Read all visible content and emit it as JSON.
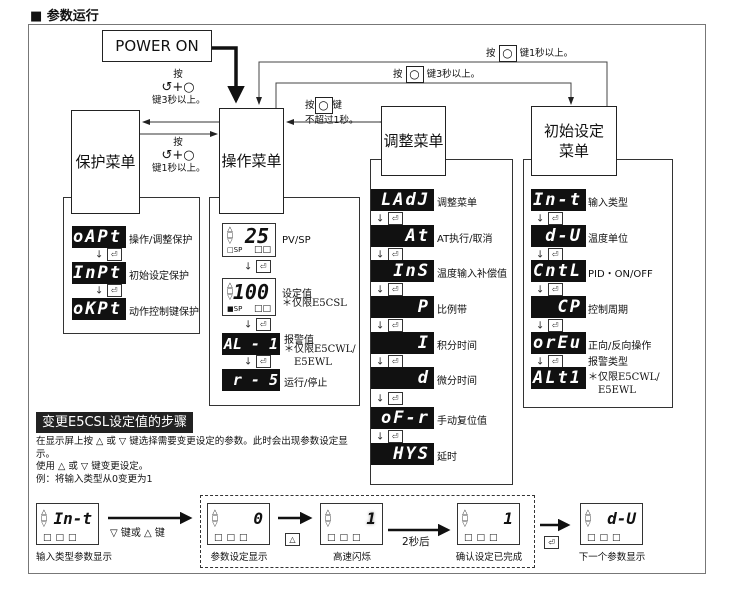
{
  "title": "■ 参数运行",
  "power_on": "POWER ON",
  "menus": {
    "protect": "保护菜单",
    "operation": "操作菜单",
    "adjust": "调整菜单",
    "initial": "初始设定\n菜单"
  },
  "transitions": {
    "to_protect": {
      "press": "按",
      "keys": "↺+○",
      "suffix": "键3秒以上。"
    },
    "from_protect": {
      "press": "按",
      "keys": "↺+○",
      "suffix": "键1秒以上。"
    },
    "to_adjust": {
      "press": "按",
      "key": "○",
      "suffix": "键",
      "line2": "不超过1秒。"
    },
    "to_initial": {
      "press": "按",
      "key": "○",
      "suffix": "键3秒以上。"
    },
    "from_initial": {
      "press": "按",
      "key": "○",
      "suffix": "键1秒以上。"
    }
  },
  "enter_key": "⏎",
  "protect_items": [
    {
      "display": "oAPt",
      "label": "操作/调整保护"
    },
    {
      "display": "InPt",
      "label": "初始设定保护"
    },
    {
      "display": "oKPt",
      "label": "动作控制键保护"
    }
  ],
  "operation_items": [
    {
      "display": "25",
      "label": "PV/SP",
      "sp": "SP"
    },
    {
      "display": "100",
      "label": "设定值",
      "note": "＊仅限E5CSL",
      "sp": "SP"
    },
    {
      "display": "AL - 1",
      "label": "报警值",
      "note": "＊仅限E5CWL/",
      "note2": "E5EWL"
    },
    {
      "display": "r - 5",
      "label": "运行/停止"
    }
  ],
  "adjust_items": [
    {
      "display": "LAdJ",
      "label": "调整菜单"
    },
    {
      "display": "At",
      "label": "AT执行/取消"
    },
    {
      "display": "InS",
      "label": "温度输入补偿值"
    },
    {
      "display": "P",
      "label": "比例带"
    },
    {
      "display": "I",
      "label": "积分时间"
    },
    {
      "display": "d",
      "label": "微分时间"
    },
    {
      "display": "oF-r",
      "label": "手动复位值"
    },
    {
      "display": "HYS",
      "label": "延时"
    }
  ],
  "initial_items": [
    {
      "display": "In-t",
      "label": "输入类型"
    },
    {
      "display": "d-U",
      "label": "温度单位"
    },
    {
      "display": "CntL",
      "label": "PID・ON/OFF"
    },
    {
      "display": "CP",
      "label": "控制周期"
    },
    {
      "display": "orEu",
      "label": "正向/反向操作"
    },
    {
      "display": "ALt1",
      "label": "报警类型",
      "note": "＊仅限E5CWL/",
      "note2": "E5EWL"
    }
  ],
  "procedure": {
    "heading": "变更E5CSL设定值的步骤",
    "line1": "在显示屏上按 △ 或 ▽ 键选择需要变更设定的参数。此时会出现参数设定显示。",
    "line2": "使用 △ 或 ▽ 键变更设定。",
    "line3": "例：将输入类型从0变更为1",
    "steps": [
      {
        "display": "In-t",
        "caption": "输入类型参数显示"
      },
      {
        "display": "0",
        "caption": "参数设定显示"
      },
      {
        "display": "1",
        "caption": "高速闪烁"
      },
      {
        "display": "1",
        "caption": "确认设定已完成"
      },
      {
        "display": "d-U",
        "caption": "下一个参数显示"
      }
    ],
    "arrow1": "▽ 键或 △ 键",
    "arrow2_key": "△",
    "arrow3": "2秒后",
    "arrow4_key": "⏎"
  }
}
